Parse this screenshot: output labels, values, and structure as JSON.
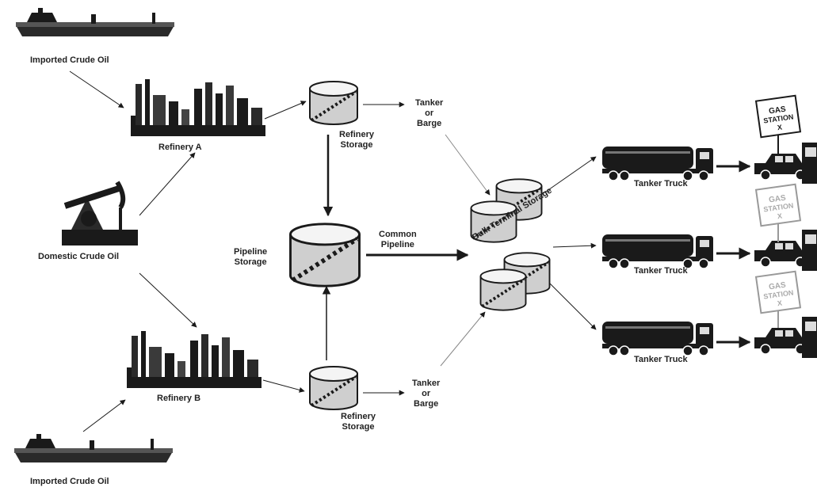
{
  "labels": {
    "imported_top": "Imported Crude Oil",
    "imported_bottom": "Imported Crude Oil",
    "domestic": "Domestic Crude Oil",
    "refinery_a": "Refinery A",
    "refinery_b": "Refinery B",
    "storage_top": [
      "Refinery",
      "Storage"
    ],
    "storage_bottom": [
      "Refinery",
      "Storage"
    ],
    "pipeline_storage": [
      "Pipeline",
      "Storage"
    ],
    "common_pipeline": [
      "Common",
      "Pipeline"
    ],
    "tanker_barge_top": [
      "Tanker",
      "or",
      "Barge"
    ],
    "tanker_barge_bottom": [
      "Tanker",
      "or",
      "Barge"
    ],
    "bulk_terminal": "Bulk Terminal Storage",
    "truck_1": "Tanker Truck",
    "truck_2": "Tanker Truck",
    "truck_3": "Tanker Truck",
    "gas_station_sign": [
      "GAS",
      "STATION",
      "X"
    ]
  },
  "colors": {
    "ink": "#1a1a1a",
    "line": "#555555",
    "sign_fill": "#ffffff"
  }
}
